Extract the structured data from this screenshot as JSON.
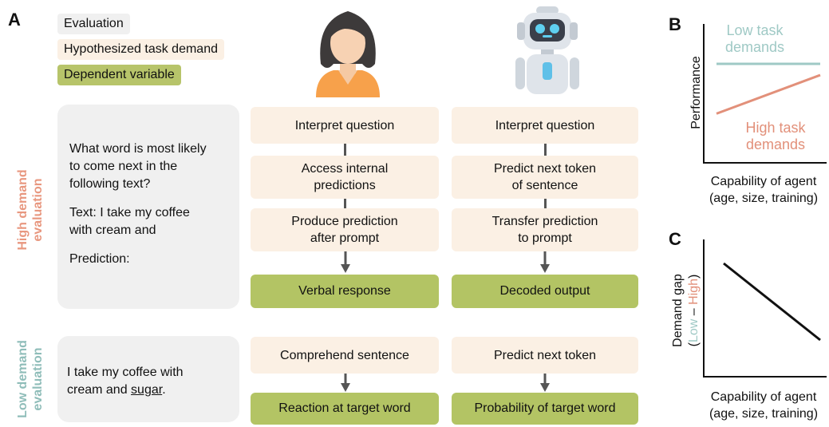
{
  "panel_a": {
    "letter": "A",
    "legend": {
      "evaluation": "Evaluation",
      "task_demand": "Hypothesized task demand",
      "dependent_variable": "Dependent variable"
    },
    "high_demand": {
      "label_line1": "High demand",
      "label_line2": "evaluation",
      "prompt_lines": [
        "What word is most likely",
        "to come next in the",
        "following text?",
        "Text: I take my coffee",
        "with cream and",
        "Prediction:"
      ],
      "human_steps": [
        "Interpret question",
        "Access internal predictions",
        "Produce prediction after prompt"
      ],
      "human_output": "Verbal response",
      "model_steps": [
        "Interpret question",
        "Predict next token of sentence",
        "Transfer prediction to prompt"
      ],
      "model_output": "Decoded output"
    },
    "low_demand": {
      "label_line1": "Low demand",
      "label_line2": "evaluation",
      "prompt_line1": "I take my coffee with",
      "prompt_line2_prefix": "cream and ",
      "prompt_target": "sugar",
      "prompt_suffix": ".",
      "human_step": "Comprehend sentence",
      "human_output": "Reaction at target word",
      "model_step": "Predict next token",
      "model_output": "Probability of target word"
    },
    "icons": {
      "human": "woman-avatar-icon",
      "model": "robot-icon"
    }
  },
  "panel_b": {
    "letter": "B",
    "ylabel": "Performance",
    "xlabel_line1": "Capability of agent",
    "xlabel_line2": "(age, size, training)",
    "low_label_line1": "Low task",
    "low_label_line2": "demands",
    "high_label_line1": "High task",
    "high_label_line2": "demands"
  },
  "panel_c": {
    "letter": "C",
    "ylabel_main": "Demand gap",
    "ylabel_low": "Low",
    "ylabel_dash": " – ",
    "ylabel_high": "High",
    "xlabel_line1": "Capability of agent",
    "xlabel_line2": "(age, size, training)"
  },
  "colors": {
    "low": "#9fc9c5",
    "high": "#e2907a",
    "evaluation_bg": "#f0f0f0",
    "demand_bg": "#fbf0e4",
    "dependent_bg": "#b3c464"
  },
  "chart_data": [
    {
      "type": "line",
      "panel": "B",
      "series": [
        {
          "name": "Low task demands",
          "x": [
            0,
            1
          ],
          "y": [
            1.0,
            1.0
          ]
        },
        {
          "name": "High task demands",
          "x": [
            0,
            1
          ],
          "y": [
            0.2,
            0.82
          ]
        }
      ],
      "xlabel": "Capability of agent (age, size, training)",
      "ylabel": "Performance"
    },
    {
      "type": "line",
      "panel": "C",
      "series": [
        {
          "x": [
            0,
            1
          ],
          "y": [
            1.0,
            0.0
          ]
        }
      ],
      "xlabel": "Capability of agent (age, size, training)",
      "ylabel": "Demand gap (Low – High)"
    }
  ]
}
